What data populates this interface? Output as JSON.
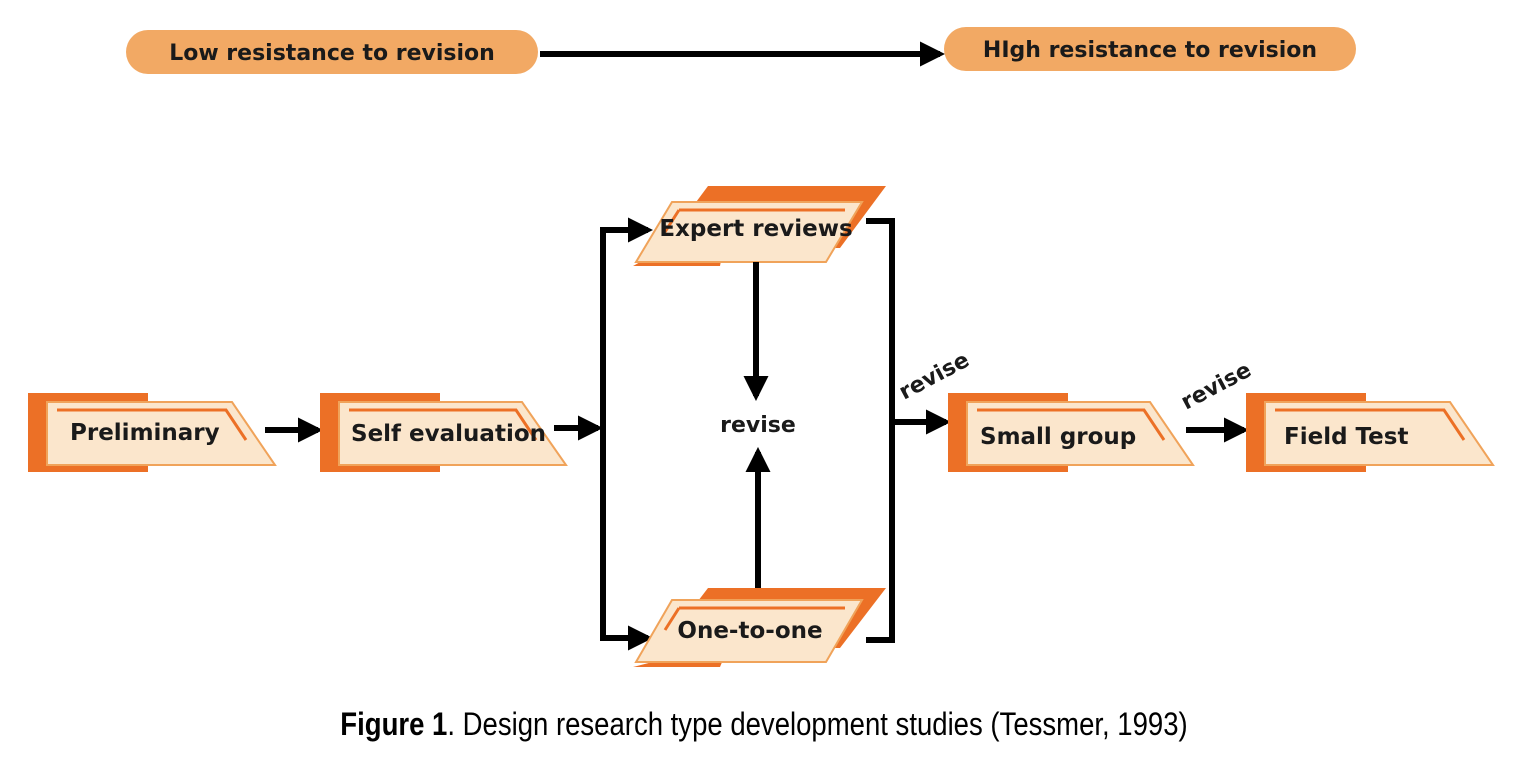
{
  "colors": {
    "pill_fill": "#f2a964",
    "box_dark": "#ec7026",
    "box_light": "#fbe6cc",
    "box_stroke": "#f0a35a",
    "arrow": "#000000"
  },
  "scale": {
    "low_label": "Low resistance to revision",
    "high_label": "HIgh resistance to revision"
  },
  "nodes": {
    "preliminary": "Preliminary",
    "self_evaluation": "Self evaluation",
    "expert_reviews": "Expert reviews",
    "one_to_one": "One-to-one",
    "small_group": "Small group",
    "field_test": "Field Test"
  },
  "labels": {
    "revise_center": "revise",
    "revise_small_group": "revise",
    "revise_field_test": "revise"
  },
  "caption": {
    "figure_label": "Figure 1",
    "text": ". Design research type development studies (Tessmer, 1993)"
  }
}
